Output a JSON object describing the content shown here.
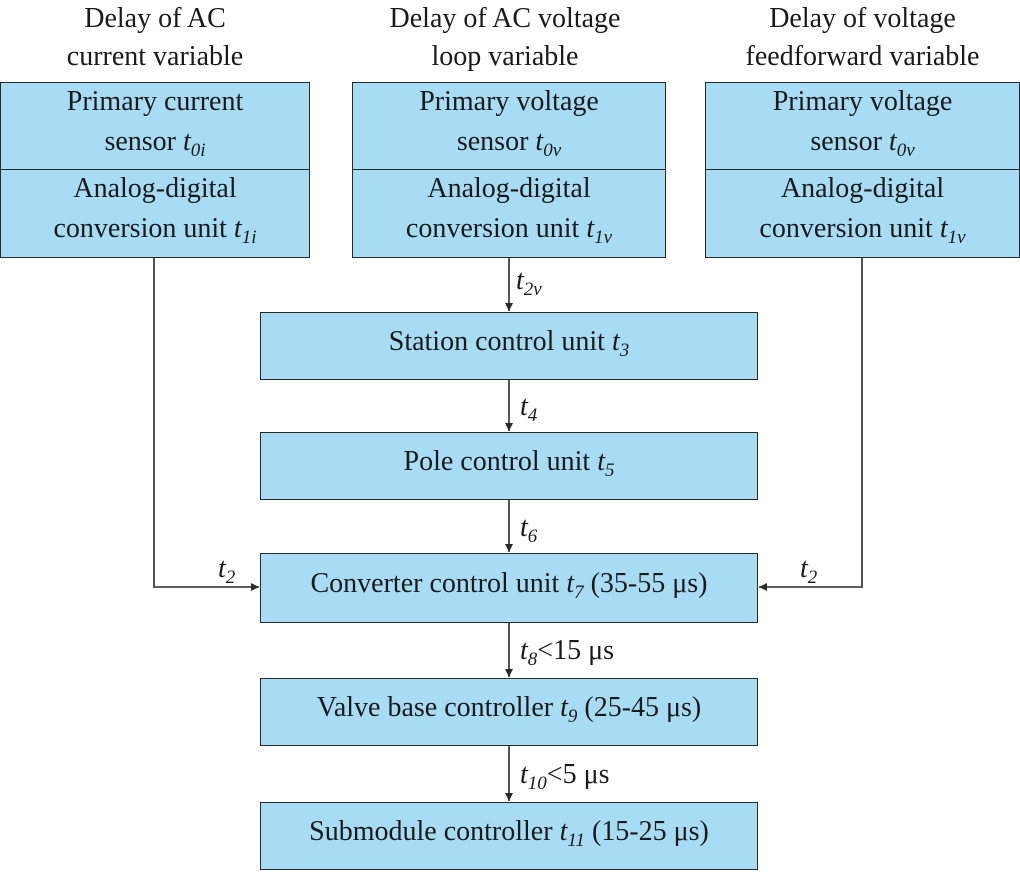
{
  "columns": {
    "left": {
      "header": [
        "Delay of AC",
        "current variable"
      ],
      "sensor": {
        "text": "Primary current",
        "line2": "sensor",
        "var": "t",
        "sub": "0i"
      },
      "adc": {
        "line1": "Analog-digital",
        "line2": "conversion unit",
        "var": "t",
        "sub": "1i"
      }
    },
    "middle": {
      "header": [
        "Delay of AC voltage",
        "loop variable"
      ],
      "sensor": {
        "text": "Primary voltage",
        "line2": "sensor",
        "var": "t",
        "sub": "0v"
      },
      "adc": {
        "line1": "Analog-digital",
        "line2": "conversion unit",
        "var": "t",
        "sub": "1v"
      }
    },
    "right": {
      "header": [
        "Delay of voltage",
        "feedforward variable"
      ],
      "sensor": {
        "text": "Primary voltage",
        "line2": "sensor",
        "var": "t",
        "sub": "0v"
      },
      "adc": {
        "line1": "Analog-digital",
        "line2": "conversion unit",
        "var": "t",
        "sub": "1v"
      }
    }
  },
  "chain": [
    {
      "text": "Station control unit",
      "var": "t",
      "sub": "3",
      "suffix": ""
    },
    {
      "text": "Pole control unit",
      "var": "t",
      "sub": "5",
      "suffix": ""
    },
    {
      "text": "Converter control unit",
      "var": "t",
      "sub": "7",
      "suffix": "(35-55 μs)"
    },
    {
      "text": "Valve base controller",
      "var": "t",
      "sub": "9",
      "suffix": "(25-45 μs)"
    },
    {
      "text": "Submodule controller",
      "var": "t",
      "sub": "11",
      "suffix": "(15-25 μs)"
    }
  ],
  "arrow_labels": {
    "a_mid": {
      "var": "t",
      "sub": "2v",
      "suffix": ""
    },
    "a_station_pole": {
      "var": "t",
      "sub": "4",
      "suffix": ""
    },
    "a_pole_conv": {
      "var": "t",
      "sub": "6",
      "suffix": ""
    },
    "a_conv_valve": {
      "var": "t",
      "sub": "8",
      "suffix": "<15 μs"
    },
    "a_valve_sub": {
      "var": "t",
      "sub": "10",
      "suffix": "<5 μs"
    },
    "a_left": {
      "var": "t",
      "sub": "2",
      "suffix": ""
    },
    "a_right": {
      "var": "t",
      "sub": "2",
      "suffix": ""
    }
  },
  "colors": {
    "box_fill": "#a8dcf5",
    "line": "#2a2a2a"
  }
}
